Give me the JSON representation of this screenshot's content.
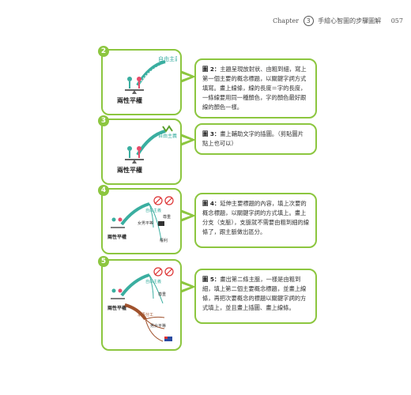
{
  "header": {
    "chapter_word": "Chapter",
    "chapter_num": "3",
    "chapter_title": "手繪心智圖的步驟圖解",
    "page": "057"
  },
  "steps": [
    {
      "num": "2",
      "label": "圖 2：",
      "text": "主題呈現放射狀、由粗到細，寫上第一個主要的概念標題，以關鍵字詞方式填寫。畫上線條，線的長度＝字的長度，一條線要用同一種顏色，字的顏色最好跟線的顏色一樣。",
      "drawing_text": [
        "自由主義",
        "兩性平權"
      ]
    },
    {
      "num": "3",
      "label": "圖 3：",
      "text": "畫上輔助文字的插圖。（剪貼圖片點上也可以）",
      "drawing_text": [
        "自由主義",
        "兩性平權"
      ]
    },
    {
      "num": "4",
      "label": "圖 4：",
      "text": "延伸主要標題的內容，填上次要的概念標題，以關鍵字詞的方式填上。畫上分支（支脈），支脈就不需要由粗到細的線條了，跟主脈做出區分。",
      "drawing_text": [
        "自由主義",
        "兩性平權",
        "女男平等",
        "尊重",
        "權利"
      ]
    },
    {
      "num": "5",
      "label": "圖 5：",
      "text": "畫出第二條主脈，一樣是由粗到細，填上第二個主要概念標題，並畫上線條，再把次要概念的標題以關鍵字詞的方式填上，並且畫上插圖、畫上線條。",
      "drawing_text": [
        "自由主義",
        "兩性平權",
        "家事分工",
        "男女平等",
        "尊重"
      ]
    }
  ],
  "colors": {
    "accent": "#8cc63f"
  }
}
